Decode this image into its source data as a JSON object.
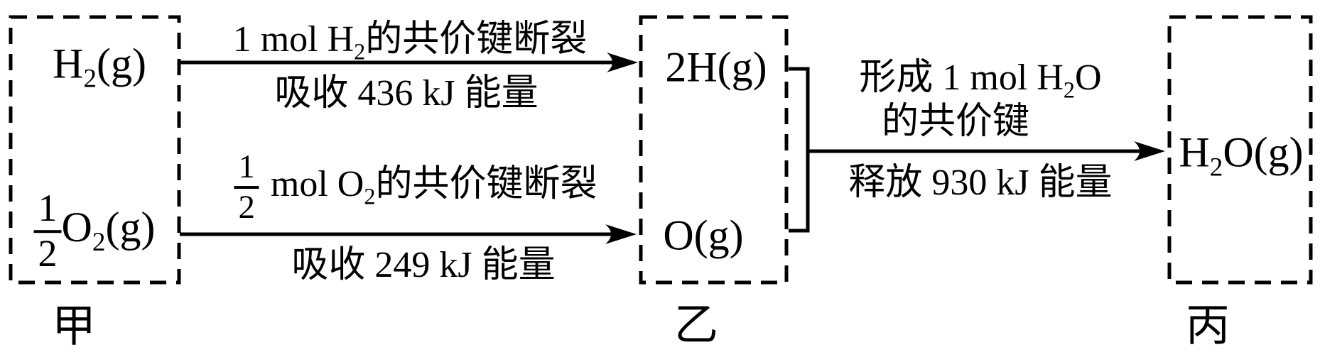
{
  "boxes": {
    "jia": {
      "caption": "甲",
      "h2": {
        "base": "H",
        "sub": "2",
        "state": "(g)"
      },
      "o2": {
        "frac_num": "1",
        "frac_den": "2",
        "base": "O",
        "sub": "2",
        "state": "(g)"
      }
    },
    "yi": {
      "caption": "乙",
      "h_atoms": "2H(g)",
      "o_atom": "O(g)"
    },
    "bing": {
      "caption": "丙",
      "h2o": {
        "base": "H",
        "sub": "2",
        "state": "O(g)"
      }
    }
  },
  "arrows": {
    "h2_bond_break": {
      "label_pre": "1 mol H",
      "label_sub": "2",
      "label_post": "的共价键断裂",
      "energy": "吸收 436 kJ 能量"
    },
    "o2_bond_break": {
      "frac_num": "1",
      "frac_den": "2",
      "label_pre": "mol O",
      "label_sub": "2",
      "label_post": "的共价键断裂",
      "energy": "吸收 249 kJ 能量"
    },
    "h2o_bond_form": {
      "line1_pre": "形成 1 mol H",
      "line1_sub": "2",
      "line1_post": "O",
      "line2": "的共价键",
      "energy": "释放 930 kJ 能量"
    }
  },
  "colors": {
    "ink": "#000000",
    "background": "#ffffff"
  }
}
